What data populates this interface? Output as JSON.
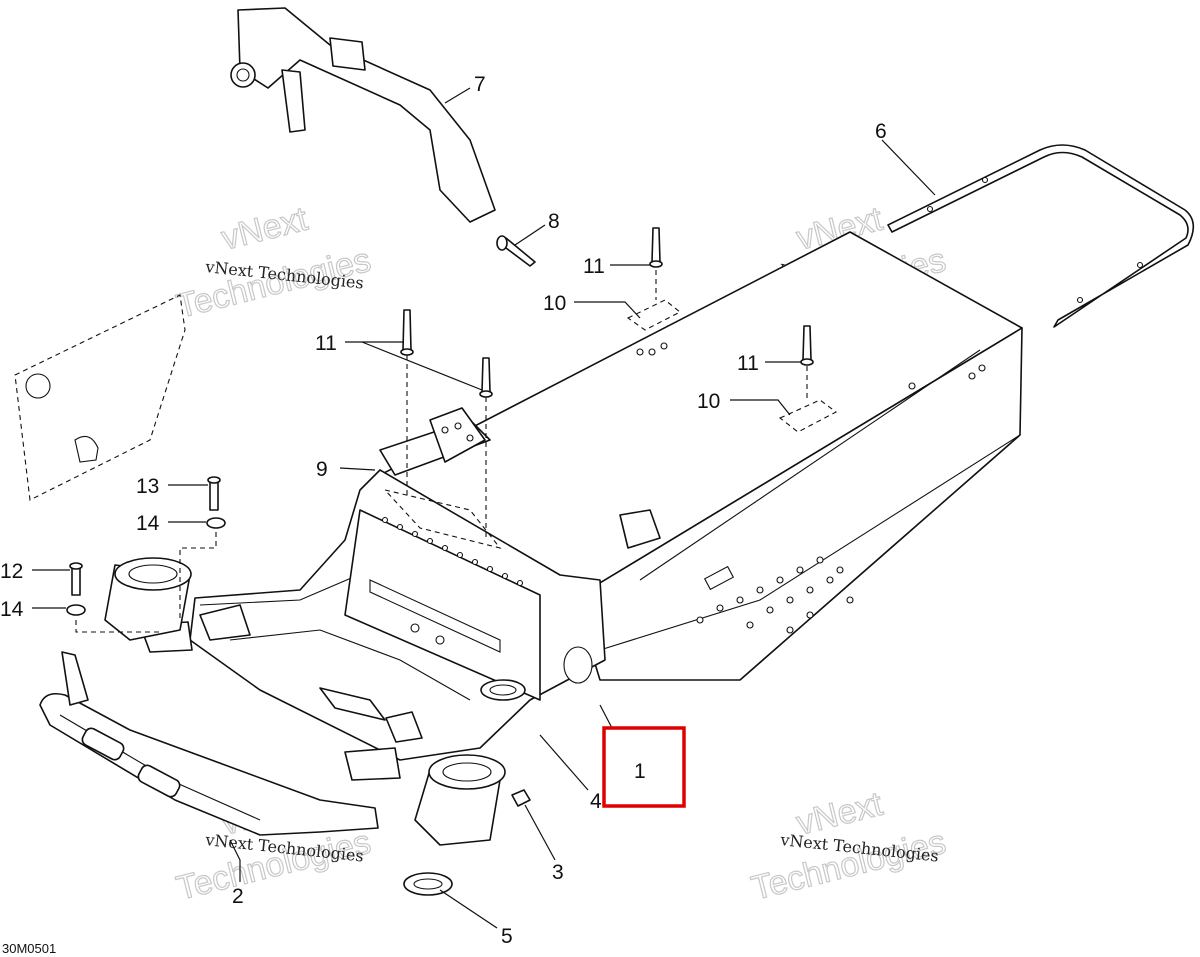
{
  "diagram": {
    "drawing_code": "30M0501",
    "callouts": [
      {
        "id": "c1",
        "label": "1"
      },
      {
        "id": "c2",
        "label": "2"
      },
      {
        "id": "c3",
        "label": "3"
      },
      {
        "id": "c4",
        "label": "4"
      },
      {
        "id": "c5",
        "label": "5"
      },
      {
        "id": "c6",
        "label": "6"
      },
      {
        "id": "c7",
        "label": "7"
      },
      {
        "id": "c8",
        "label": "8"
      },
      {
        "id": "c9",
        "label": "9"
      },
      {
        "id": "c10a",
        "label": "10"
      },
      {
        "id": "c10b",
        "label": "10"
      },
      {
        "id": "c11a",
        "label": "11"
      },
      {
        "id": "c11b",
        "label": "11"
      },
      {
        "id": "c11c",
        "label": "11"
      },
      {
        "id": "c12",
        "label": "12"
      },
      {
        "id": "c13",
        "label": "13"
      },
      {
        "id": "c14a",
        "label": "14"
      },
      {
        "id": "c14b",
        "label": "14"
      }
    ],
    "watermark": {
      "small_text": "vNext Technologies",
      "large_line1": "vNext",
      "large_line2": "Technologies"
    },
    "highlight": {
      "callout": "1",
      "color": "#e00000"
    }
  }
}
